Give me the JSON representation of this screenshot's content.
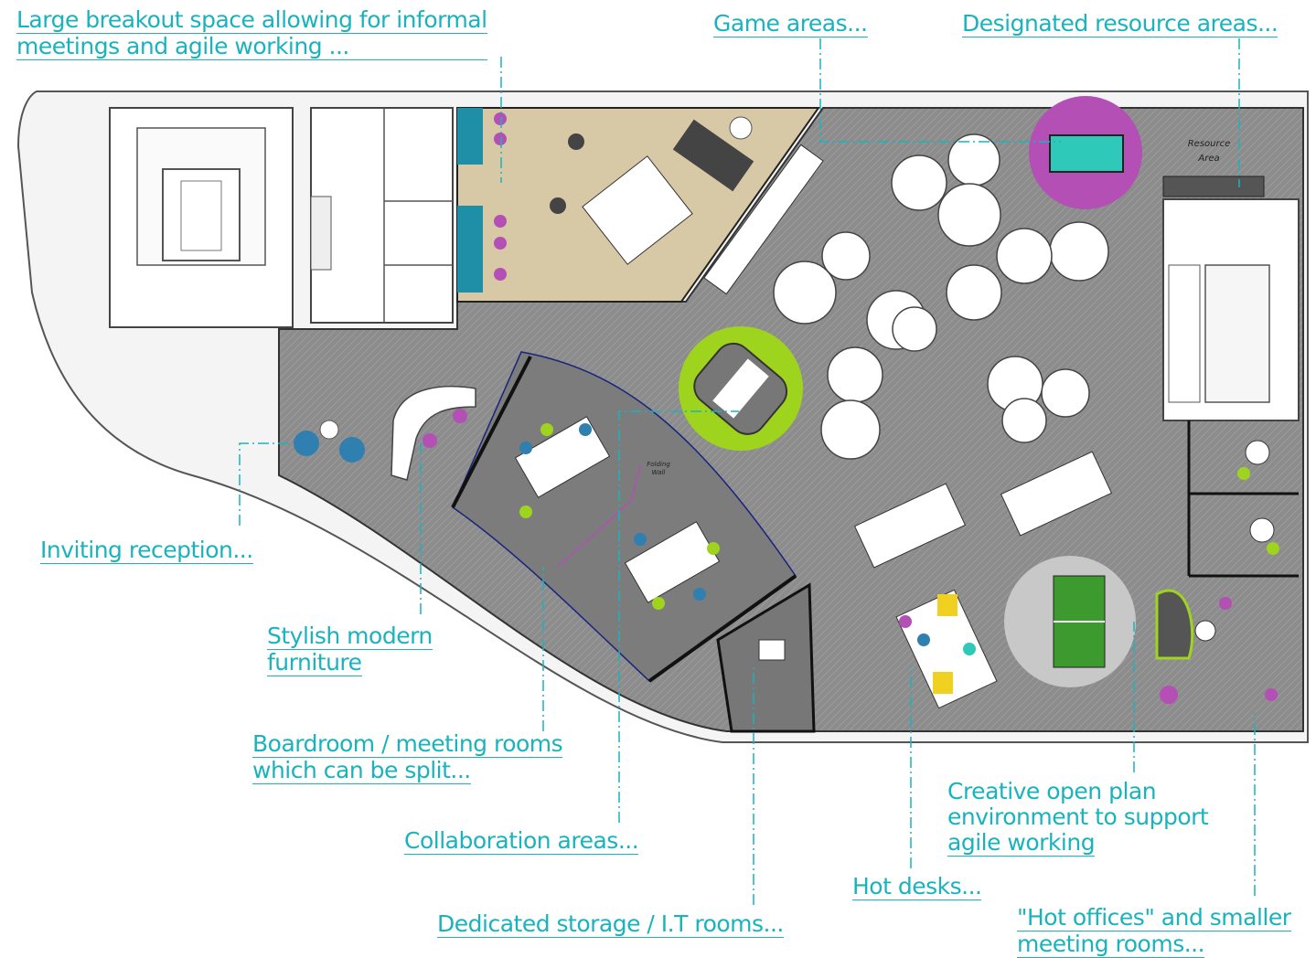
{
  "callouts": {
    "breakout": [
      "Large breakout space allowing for informal",
      "meetings and agile working ..."
    ],
    "game": [
      "Game areas..."
    ],
    "resource": [
      "Designated resource areas..."
    ],
    "reception": [
      "Inviting reception..."
    ],
    "furniture": [
      "Stylish modern",
      "furniture"
    ],
    "boardroom": [
      "Boardroom / meeting rooms",
      "which can be split..."
    ],
    "collaboration": [
      "Collaboration areas..."
    ],
    "storage": [
      "Dedicated storage / I.T rooms..."
    ],
    "hotdesks": [
      "Hot desks..."
    ],
    "openplan": [
      "Creative open plan",
      "environment to support",
      "agile working"
    ],
    "hotoffices": [
      "\"Hot offices\" and smaller",
      "meeting rooms..."
    ]
  },
  "plan_labels": {
    "resource_area": [
      "Resource",
      "Area"
    ],
    "folding_wall": [
      "Folding",
      "Wall"
    ]
  },
  "colors": {
    "accent": "#19b3bd",
    "floor": "#8a8a8a",
    "breakout_floor": "#d8c9a6",
    "lime": "#9fd41e",
    "magenta": "#b34fb5",
    "teal_table": "#2ec9b8",
    "green_table": "#3d9a2e",
    "blue_chair": "#2f7fb0",
    "yellow": "#f0d020"
  }
}
